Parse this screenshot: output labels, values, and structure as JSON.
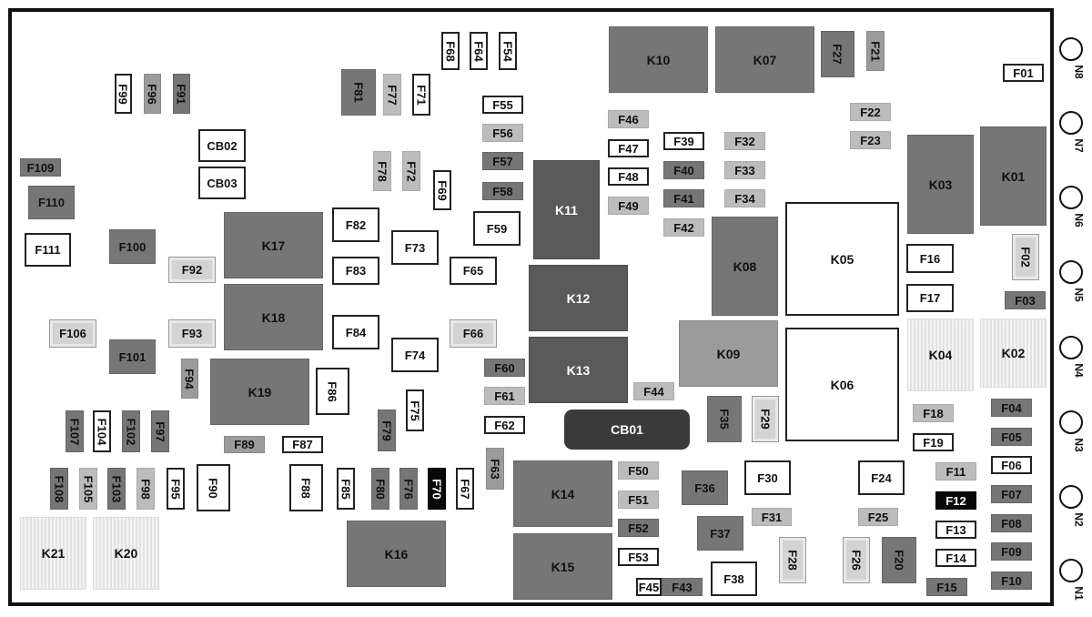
{
  "relays": [
    {
      "label": "K10"
    },
    {
      "label": "K07"
    },
    {
      "label": "K03"
    },
    {
      "label": "K01"
    },
    {
      "label": "K17"
    },
    {
      "label": "K18"
    },
    {
      "label": "K19"
    },
    {
      "label": "K11"
    },
    {
      "label": "K12"
    },
    {
      "label": "K13"
    },
    {
      "label": "K08"
    },
    {
      "label": "K05"
    },
    {
      "label": "K09"
    },
    {
      "label": "K06"
    },
    {
      "label": "K04"
    },
    {
      "label": "K02"
    },
    {
      "label": "K14"
    },
    {
      "label": "K15"
    },
    {
      "label": "K16"
    },
    {
      "label": "K21"
    },
    {
      "label": "K20"
    }
  ],
  "breakers": [
    {
      "label": "CB01"
    },
    {
      "label": "CB02"
    },
    {
      "label": "CB03"
    }
  ],
  "fuses": {
    "F01": "F01",
    "F02": "F02",
    "F03": "F03",
    "F04": "F04",
    "F05": "F05",
    "F06": "F06",
    "F07": "F07",
    "F08": "F08",
    "F09": "F09",
    "F10": "F10",
    "F11": "F11",
    "F12": "F12",
    "F13": "F13",
    "F14": "F14",
    "F15": "F15",
    "F16": "F16",
    "F17": "F17",
    "F18": "F18",
    "F19": "F19",
    "F20": "F20",
    "F21": "F21",
    "F22": "F22",
    "F23": "F23",
    "F24": "F24",
    "F25": "F25",
    "F26": "F26",
    "F27": "F27",
    "F28": "F28",
    "F29": "F29",
    "F30": "F30",
    "F31": "F31",
    "F32": "F32",
    "F33": "F33",
    "F34": "F34",
    "F35": "F35",
    "F36": "F36",
    "F37": "F37",
    "F38": "F38",
    "F39": "F39",
    "F40": "F40",
    "F41": "F41",
    "F42": "F42",
    "F43": "F43",
    "F44": "F44",
    "F45": "F45",
    "F46": "F46",
    "F47": "F47",
    "F48": "F48",
    "F49": "F49",
    "F50": "F50",
    "F51": "F51",
    "F52": "F52",
    "F53": "F53",
    "F54": "F54",
    "F55": "F55",
    "F56": "F56",
    "F57": "F57",
    "F58": "F58",
    "F59": "F59",
    "F60": "F60",
    "F61": "F61",
    "F62": "F62",
    "F63": "F63",
    "F64": "F64",
    "F65": "F65",
    "F66": "F66",
    "F67": "F67",
    "F68": "F68",
    "F69": "F69",
    "F70": "F70",
    "F71": "F71",
    "F72": "F72",
    "F73": "F73",
    "F74": "F74",
    "F75": "F75",
    "F76": "F76",
    "F77": "F77",
    "F78": "F78",
    "F79": "F79",
    "F80": "F80",
    "F81": "F81",
    "F82": "F82",
    "F83": "F83",
    "F84": "F84",
    "F85": "F85",
    "F86": "F86",
    "F87": "F87",
    "F88": "F88",
    "F89": "F89",
    "F90": "F90",
    "F91": "F91",
    "F92": "F92",
    "F93": "F93",
    "F94": "F94",
    "F95": "F95",
    "F96": "F96",
    "F97": "F97",
    "F98": "F98",
    "F99": "F99",
    "F100": "F100",
    "F101": "F101",
    "F102": "F102",
    "F103": "F103",
    "F104": "F104",
    "F105": "F105",
    "F106": "F106",
    "F107": "F107",
    "F108": "F108",
    "F109": "F109",
    "F110": "F110",
    "F111": "F111"
  },
  "connectors": [
    {
      "label": "N8"
    },
    {
      "label": "N7"
    },
    {
      "label": "N6"
    },
    {
      "label": "N5"
    },
    {
      "label": "N4"
    },
    {
      "label": "N3"
    },
    {
      "label": "N2"
    },
    {
      "label": "N1"
    }
  ],
  "colors": {
    "white_slot": "#ffffff",
    "light_gray": "#bcbcbc",
    "medium_gray": "#9b9b9b",
    "dark_gray": "#767676",
    "relay_dark": "#5a5a5a",
    "black": "#080808"
  }
}
